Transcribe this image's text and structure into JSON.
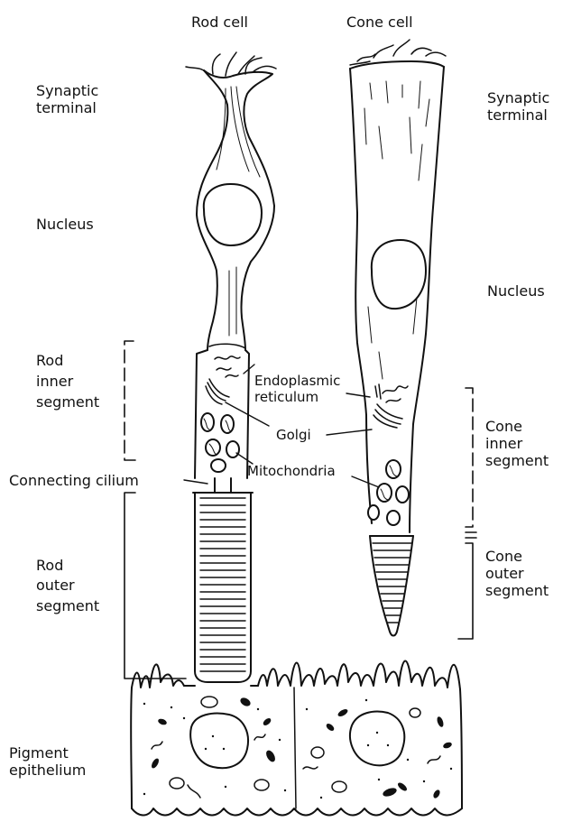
{
  "labels": {
    "rod_cell": "Rod cell",
    "cone_cell": "Cone cell",
    "synaptic_terminal_left": "Synaptic\nterminal",
    "synaptic_terminal_right": "Synaptic\nterminal",
    "nucleus_left": "Nucleus",
    "nucleus_right": "Nucleus",
    "rod_inner_segment": "Rod\ninner\nsegment",
    "endoplasmic_reticulum": "Endoplasmic\nreticulum",
    "golgi": "Golgi",
    "mitochondria": "Mitochondria",
    "connecting_cilium": "Connecting cilium",
    "cone_inner_segment": "Cone\ninner\nsegment",
    "rod_outer_segment": "Rod\nouter\nsegment",
    "cone_outer_segment": "Cone\nouter\nsegment",
    "pigment_epithelium": "Pigment\nepithelium"
  },
  "colors": {
    "ink": "#111111",
    "paper": "#ffffff"
  }
}
